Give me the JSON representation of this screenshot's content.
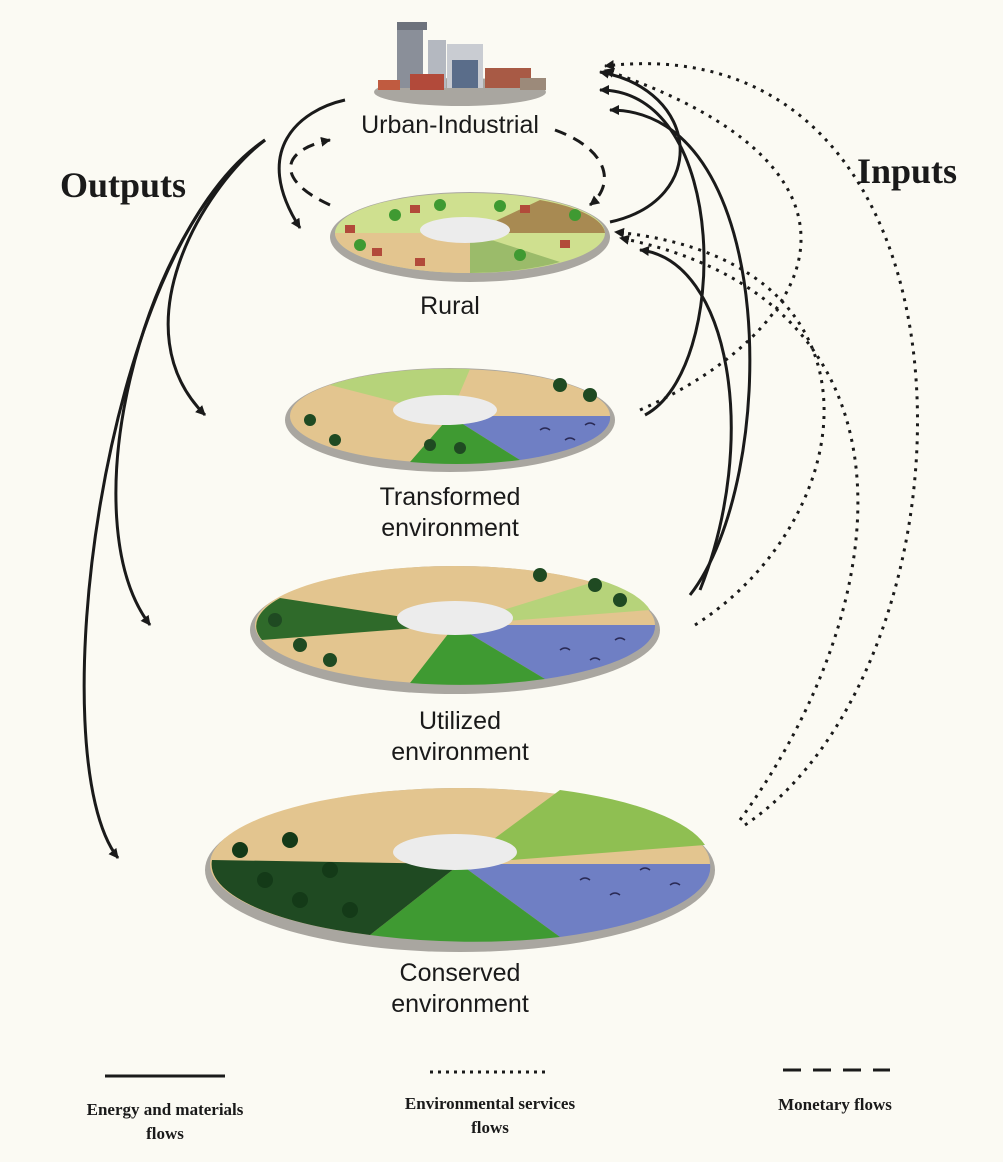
{
  "side_labels": {
    "outputs": "Outputs",
    "inputs": "Inputs"
  },
  "levels": [
    {
      "id": "urban",
      "line1": "Urban-Industrial",
      "line2": ""
    },
    {
      "id": "rural",
      "line1": "Rural",
      "line2": ""
    },
    {
      "id": "transformed",
      "line1": "Transformed",
      "line2": "environment"
    },
    {
      "id": "utilized",
      "line1": "Utilized",
      "line2": "environment"
    },
    {
      "id": "conserved",
      "line1": "Conserved",
      "line2": "environment"
    }
  ],
  "legend": [
    {
      "style": "solid",
      "line1": "Energy and materials",
      "line2": "flows"
    },
    {
      "style": "dotted",
      "line1": "Environmental services",
      "line2": "flows"
    },
    {
      "style": "dashed",
      "line1": "Monetary flows",
      "line2": ""
    }
  ],
  "colors": {
    "background": "#fbfaf3",
    "ink": "#1a1a1a",
    "savanna": "#e3c58f",
    "grassland": "#b6d37a",
    "forest_dark": "#1f4a22",
    "forest_green": "#3f9a32",
    "water": "#6f7fc4",
    "center": "#ececec",
    "rim": "#a9a6a0",
    "trunk": "#8a2a1a",
    "city": "#8a8f99"
  }
}
